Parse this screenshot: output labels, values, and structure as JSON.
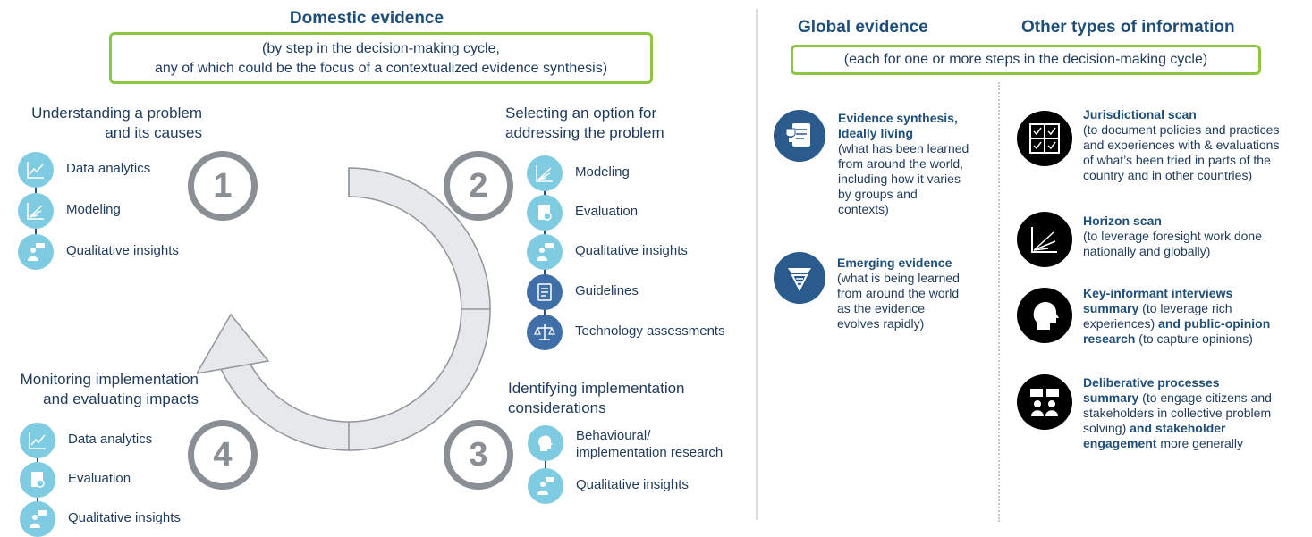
{
  "domestic": {
    "title": "Domestic evidence",
    "subtitle_line1": "(by step in the decision-making cycle,",
    "subtitle_line2": "any of which could be the focus of a contextualized evidence synthesis)"
  },
  "steps": [
    {
      "number": "1",
      "title_line1": "Understanding a problem",
      "title_line2": "and its causes",
      "items": [
        "Data analytics",
        "Modeling",
        "Qualitative insights"
      ]
    },
    {
      "number": "2",
      "title_line1": "Selecting an option for",
      "title_line2": "addressing the problem",
      "items": [
        "Modeling",
        "Evaluation",
        "Qualitative insights",
        "Guidelines",
        "Technology assessments"
      ]
    },
    {
      "number": "3",
      "title_line1": "Identifying implementation",
      "title_line2": "considerations",
      "items": [
        "Behavioural/",
        "implementation research",
        "Qualitative insights"
      ]
    },
    {
      "number": "4",
      "title_line1": "Monitoring implementation",
      "title_line2": "and evaluating impacts",
      "items": [
        "Data analytics",
        "Evaluation",
        "Qualitative insights"
      ]
    }
  ],
  "global": {
    "title": "Global evidence",
    "other_title": "Other types of information",
    "subtitle": "(each for one or more steps in the decision-making cycle)",
    "synthesis": {
      "bold1": "Evidence synthesis,",
      "bold2": "Ideally living",
      "lines": [
        "(what has been learned",
        "from around the world,",
        "including how it varies",
        "by groups and",
        "contexts)"
      ]
    },
    "emerging": {
      "bold": "Emerging evidence",
      "lines": [
        "(what is being learned",
        "from around the world",
        "as the evidence",
        "evolves rapidly)"
      ]
    }
  },
  "other": {
    "jurisdictional": {
      "bold": "Jurisdictional scan",
      "lines": [
        "(to document policies and practices",
        "and experiences with & evaluations",
        "of what’s been tried in parts of the",
        "country and in other countries)"
      ]
    },
    "horizon": {
      "bold": "Horizon scan",
      "lines": [
        "(to leverage foresight work done",
        "nationally and globally)"
      ]
    },
    "key_informant": {
      "l1_bold": "Key-informant interviews",
      "l2_bold": "summary",
      "l2_rest": " (to leverage rich",
      "l3_rest": "experiences) ",
      "l3_bold": "and public-opinion",
      "l4_bold": "research",
      "l4_rest": " (to capture opinions)"
    },
    "deliberative": {
      "l1_bold": "Deliberative processes",
      "l2_bold": "summary",
      "l2_rest": " (to engage citizens and",
      "l3_rest": "stakeholders in collective problem",
      "l4_rest": "solving) ",
      "l4_bold": "and stakeholder",
      "l5_bold": "engagement",
      "l5_rest": " more generally"
    }
  },
  "colors": {
    "green_border": "#8dc63f",
    "light_icon": "#7fcbe2",
    "dark_icon": "#3e6fa8",
    "cycle_fill": "#e6e8ea",
    "number_ring": "#8a8f95"
  }
}
